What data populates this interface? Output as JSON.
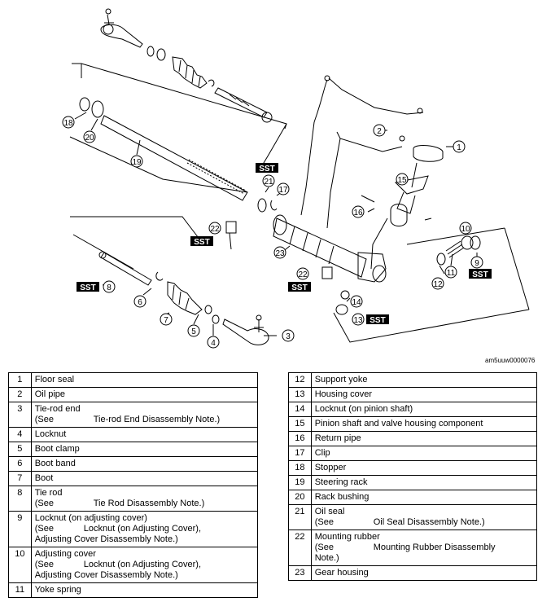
{
  "figure_code": "am5uuw0000076",
  "callouts": [
    "1",
    "2",
    "3",
    "4",
    "5",
    "6",
    "7",
    "8",
    "9",
    "10",
    "11",
    "12",
    "13",
    "14",
    "15",
    "16",
    "17",
    "18",
    "19",
    "20",
    "21",
    "22",
    "22",
    "23"
  ],
  "sst_label": "SST",
  "parts_left": [
    {
      "num": "1",
      "name": "Floor seal"
    },
    {
      "num": "2",
      "name": "Oil pipe"
    },
    {
      "num": "3",
      "name": "Tie-rod end",
      "see": "(See",
      "see_target": "Tie-rod End Disassembly Note.)"
    },
    {
      "num": "4",
      "name": "Locknut"
    },
    {
      "num": "5",
      "name": "Boot clamp"
    },
    {
      "num": "6",
      "name": "Boot band"
    },
    {
      "num": "7",
      "name": "Boot"
    },
    {
      "num": "8",
      "name": "Tie rod",
      "see": "(See",
      "see_target": "Tie Rod Disassembly Note.)"
    },
    {
      "num": "9",
      "name": "Locknut (on adjusting cover)",
      "see": "(See",
      "see_target": "Locknut (on Adjusting Cover),",
      "see_extra": "Adjusting Cover Disassembly Note.)"
    },
    {
      "num": "10",
      "name": "Adjusting cover",
      "see": "(See",
      "see_target": "Locknut (on Adjusting Cover),",
      "see_extra": "Adjusting Cover Disassembly Note.)"
    },
    {
      "num": "11",
      "name": "Yoke spring"
    }
  ],
  "parts_right": [
    {
      "num": "12",
      "name": "Support yoke"
    },
    {
      "num": "13",
      "name": "Housing cover"
    },
    {
      "num": "14",
      "name": "Locknut (on pinion shaft)"
    },
    {
      "num": "15",
      "name": "Pinion shaft and valve housing component"
    },
    {
      "num": "16",
      "name": "Return pipe"
    },
    {
      "num": "17",
      "name": "Clip"
    },
    {
      "num": "18",
      "name": "Stopper"
    },
    {
      "num": "19",
      "name": "Steering rack"
    },
    {
      "num": "20",
      "name": "Rack bushing"
    },
    {
      "num": "21",
      "name": "Oil seal",
      "see": "(See",
      "see_target": "Oil Seal Disassembly Note.)"
    },
    {
      "num": "22",
      "name": "Mounting rubber",
      "see": "(See",
      "see_target": "Mounting Rubber Disassembly",
      "see_extra": "Note.)"
    },
    {
      "num": "23",
      "name": "Gear housing"
    }
  ]
}
